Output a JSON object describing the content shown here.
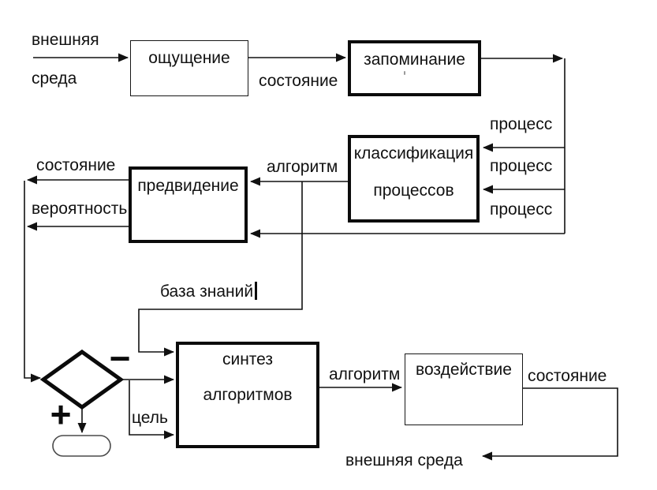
{
  "diagram": {
    "title_semantic": "cybernetic control loop flowchart",
    "colors": {
      "background": "#ffffff",
      "line": "#111111",
      "thick_border": "#0b0b0b",
      "terminator_border": "#4a4a4a"
    },
    "boxes": {
      "sensation": {
        "label": "ощущение"
      },
      "memorization": {
        "label": "запоминание"
      },
      "classification": {
        "line1": "классификация",
        "line2": "процессов"
      },
      "prediction": {
        "label": "предвидение"
      },
      "synthesis": {
        "line1": "синтез",
        "line2": "алгоритмов"
      },
      "action": {
        "label": "воздействие"
      }
    },
    "labels": {
      "env_top_line1": "внешняя",
      "env_top_line2": "среда",
      "state_top": "состояние",
      "process_1": "процесс",
      "process_2": "процесс",
      "process_3": "процесс",
      "state_left": "состояние",
      "probability": "вероятность",
      "algorithm_mid": "алгоритм",
      "knowledge_base": "база знаний",
      "goal": "цель",
      "algorithm_bottom": "алгоритм",
      "state_right": "состояние",
      "env_bottom": "внешняя среда",
      "plus": "+",
      "minus": "−"
    },
    "shapes": {
      "decision_diamond": "comparator-diamond",
      "terminator": "stadium-ellipse"
    }
  }
}
